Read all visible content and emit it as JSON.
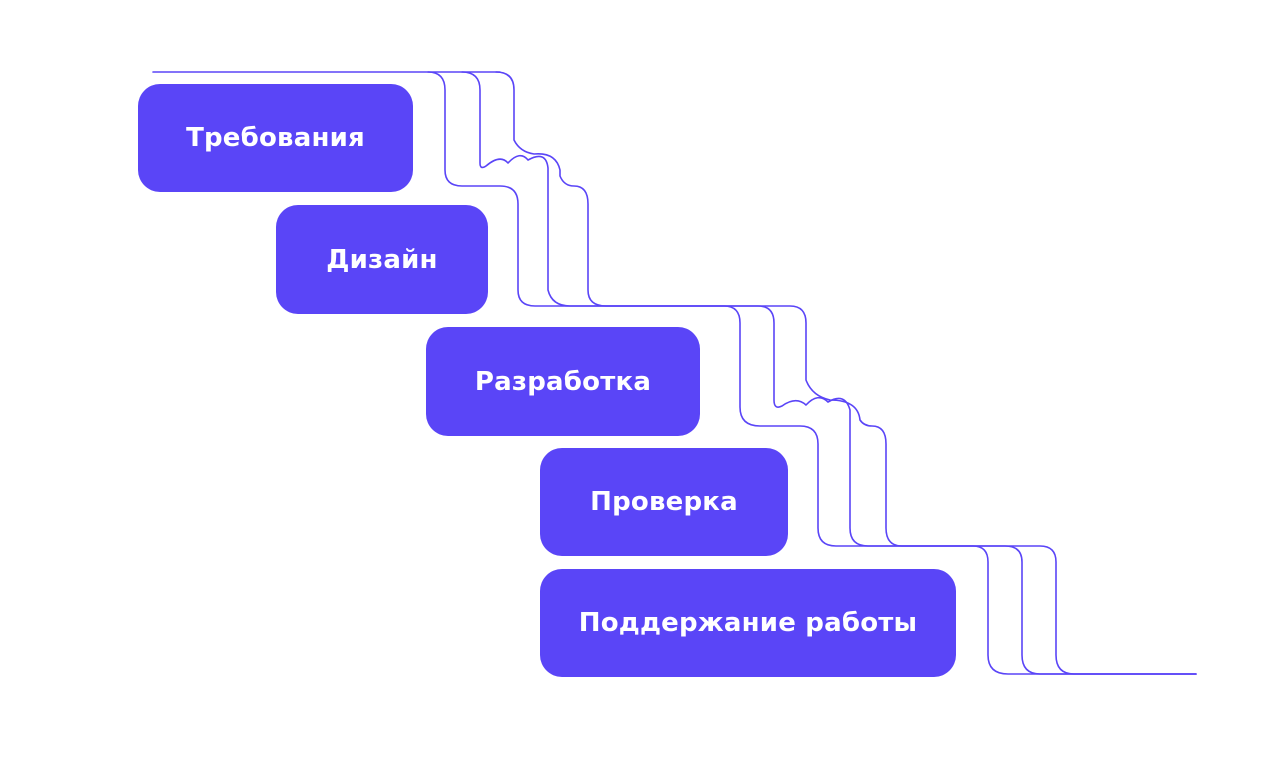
{
  "colors": {
    "box_fill": "#5a45f7",
    "line_stroke": "#5a45f7",
    "text": "#ffffff",
    "background": "#ffffff"
  },
  "diagram": {
    "type": "waterfall-model",
    "stages": [
      {
        "label": "Требования"
      },
      {
        "label": "Дизайн"
      },
      {
        "label": "Разработка"
      },
      {
        "label": "Проверка"
      },
      {
        "label": "Поддержание работы"
      }
    ]
  }
}
